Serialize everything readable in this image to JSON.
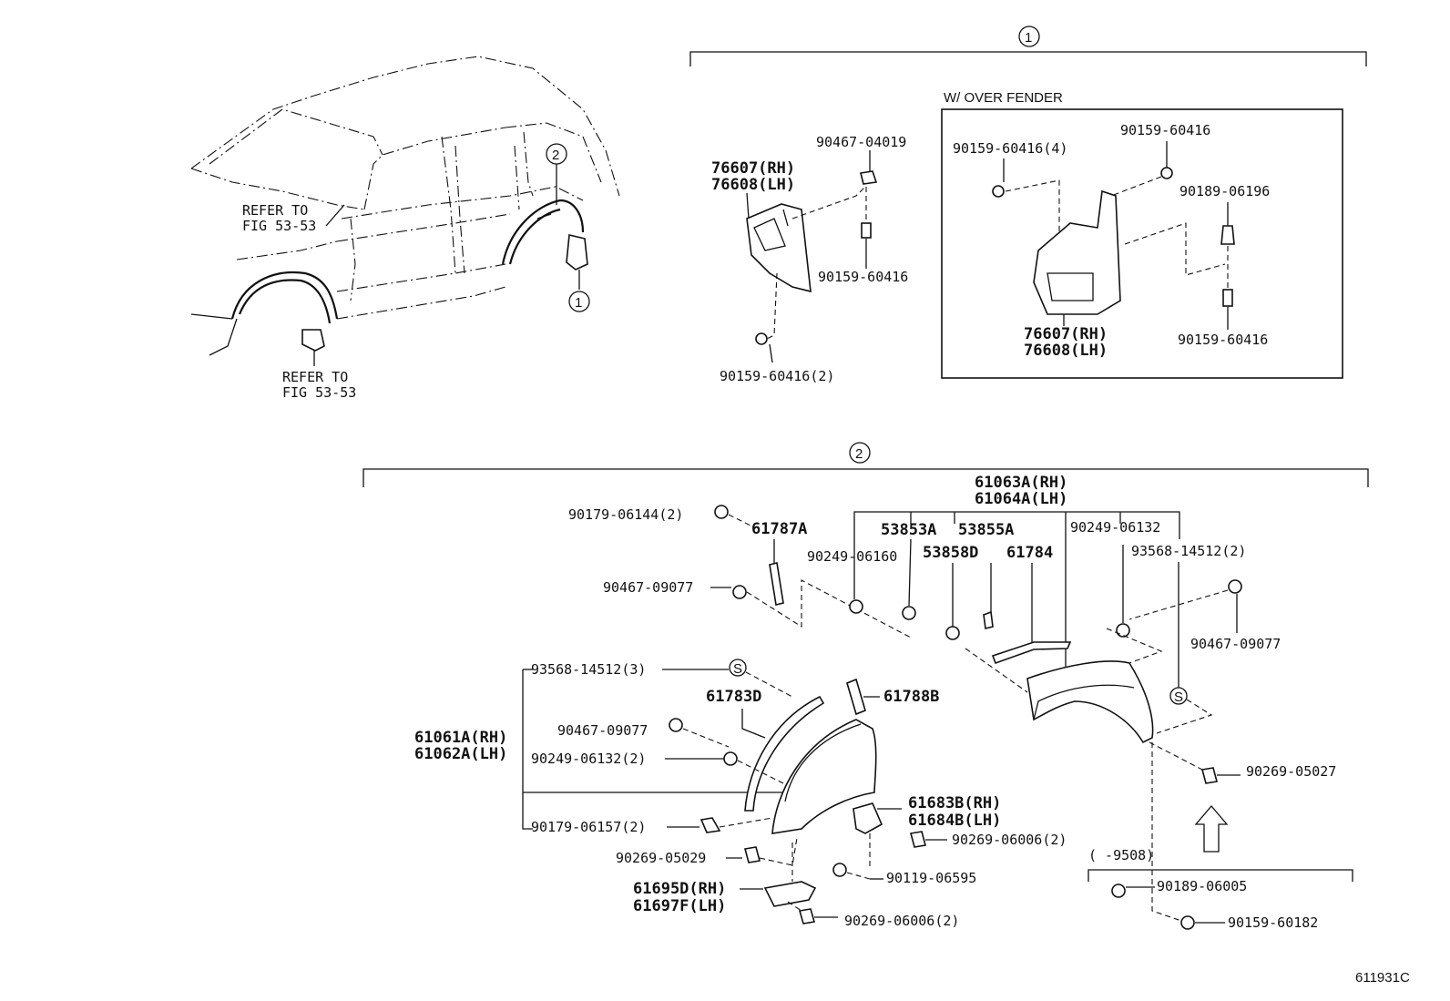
{
  "diagram_id": "611931C",
  "callouts": {
    "one": "1",
    "two": "2"
  },
  "vehicle_view": {
    "refer_upper_line1": "REFER TO",
    "refer_upper_line2": "FIG 53-53",
    "refer_lower_line1": "REFER TO",
    "refer_lower_line2": "FIG 53-53"
  },
  "group1": {
    "main_part_rh": "76607(RH)",
    "main_part_lh": "76608(LH)",
    "clip_top": "90467-04019",
    "screw_mid": "90159-60416",
    "screw_bottom": "90159-60416(2)",
    "over_fender_box": {
      "title": "W/ OVER FENDER",
      "screw_4": "90159-60416(4)",
      "screw_top": "90159-60416",
      "rivet": "90189-06196",
      "screw_bottom": "90159-60416",
      "part_rh": "76607(RH)",
      "part_lh": "76608(LH)"
    }
  },
  "group2": {
    "front_fender_rh": "61063A(RH)",
    "front_fender_lh": "61064A(LH)",
    "screw_top_left": "90179-06144(2)",
    "molding_a": "61787A",
    "emblem_a": "53853A",
    "emblem_b": "53855A",
    "emblem_d": "53858D",
    "molding_61784": "61784",
    "nut_90249_06160": "90249-06160",
    "nut_90249_06132_top": "90249-06132",
    "clip_93568_2": "93568-14512(2)",
    "clip_90467_left": "90467-09077",
    "clip_90467_right": "90467-09077",
    "clip_93568_3": "93568-14512(3)",
    "molding_61783d": "61783D",
    "molding_61788b": "61788B",
    "rear_fender_rh": "61061A(RH)",
    "rear_fender_lh": "61062A(LH)",
    "clip_90467_mid": "90467-09077",
    "nut_90249_06132_2": "90249-06132(2)",
    "screw_90179_06157": "90179-06157(2)",
    "pin_90269_05029": "90269-05029",
    "bracket_rh": "61695D(RH)",
    "bracket_lh": "61697F(LH)",
    "pin_90269_06006_bottom": "90269-06006(2)",
    "bracket2_rh": "61683B(RH)",
    "bracket2_lh": "61684B(LH)",
    "pin_90269_06006_mid": "90269-06006(2)",
    "bolt_90119_06595": "90119-06595",
    "pin_90269_05027": "90269-05027",
    "date_range": "(  -9508)",
    "rivet_90189_06005": "90189-06005",
    "screw_90159_60182": "90159-60182"
  }
}
